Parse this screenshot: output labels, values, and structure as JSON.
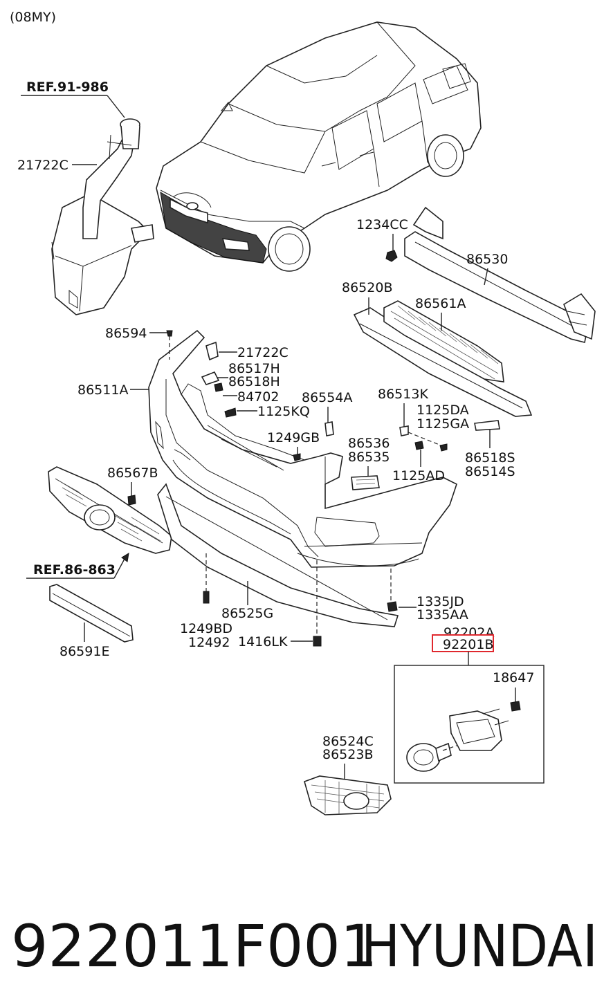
{
  "model_year": "(08MY)",
  "refs": {
    "washer_ref": "REF.91-986",
    "grille_ref": "REF.86-863"
  },
  "parts": {
    "p21722C_a": "21722C",
    "p1234CC": "1234CC",
    "p86530": "86530",
    "p86520B": "86520B",
    "p86561A": "86561A",
    "p86594": "86594",
    "p21722C_b": "21722C",
    "p86517H": "86517H",
    "p86518H": "86518H",
    "p84702": "84702",
    "p86511A": "86511A",
    "p86554A": "86554A",
    "p86513K": "86513K",
    "p1125KQ": "1125KQ",
    "p1125DA": "1125DA",
    "p1125GA": "1125GA",
    "p1249GB": "1249GB",
    "p86536": "86536",
    "p86535": "86535",
    "p86518S": "86518S",
    "p86514S": "86514S",
    "p86567B": "86567B",
    "p1125AD": "1125AD",
    "p1335JD": "1335JD",
    "p1335AA": "1335AA",
    "p86525G": "86525G",
    "p1249BD": "1249BD",
    "p12492": "12492",
    "p1416LK": "1416LK",
    "p86591E": "86591E",
    "p92202A": "92202A",
    "p92201B": "92201B",
    "p18647": "18647",
    "p86524C": "86524C",
    "p86523B": "86523B"
  },
  "highlight_color": "#e0282e",
  "footer": {
    "part_number": "922011F001",
    "brand": "HYUNDAI"
  }
}
